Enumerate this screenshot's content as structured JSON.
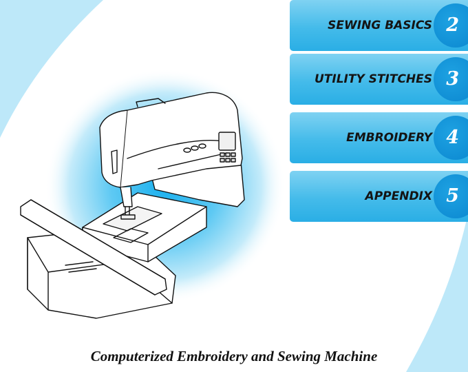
{
  "colors": {
    "sky_blue": "#bde8f9",
    "tab_blue": "#44bbea",
    "number_disc_blue": "#0a86cf",
    "glow_blue": "#1ab0ee"
  },
  "illustration": {
    "icon": "sewing-embroidery-machine-icon"
  },
  "tabs": [
    {
      "label": "SEWING BASICS",
      "number": "2"
    },
    {
      "label": "UTILITY STITCHES",
      "number": "3"
    },
    {
      "label": "EMBROIDERY",
      "number": "4"
    },
    {
      "label": "APPENDIX",
      "number": "5"
    }
  ],
  "footer": {
    "title": "Computerized Embroidery and Sewing Machine"
  }
}
